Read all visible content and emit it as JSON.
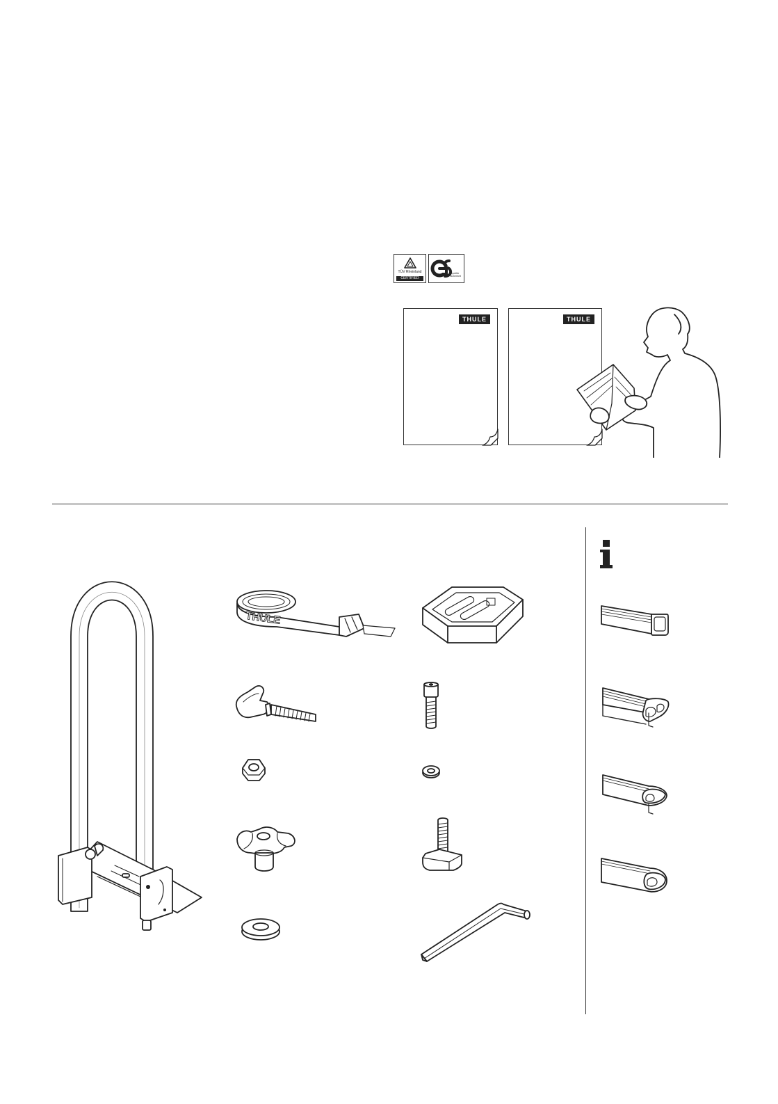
{
  "certifications": {
    "tuv": {
      "label": "TÜV Rheinland",
      "band": "CERTIFIED",
      "caption": ""
    },
    "gs": {
      "mark": "GS",
      "caption": "geprüfte Sicherheit"
    }
  },
  "manuals": [
    {
      "brand": "THULE"
    },
    {
      "brand": "THULE"
    }
  ],
  "strap": {
    "print": "THULE"
  },
  "info_icon": "info-i-icon",
  "parts": [
    "bike-holder-frame",
    "cam-buckle-strap",
    "end-cap-tray",
    "t-knob-bolt",
    "socket-head-screw",
    "hex-nut",
    "washer-small",
    "star-knob",
    "t-bolt",
    "washer-large",
    "allen-key"
  ],
  "bar_profiles": [
    "square-bar",
    "wing-bar-t-track",
    "aero-bar",
    "slim-bar"
  ]
}
